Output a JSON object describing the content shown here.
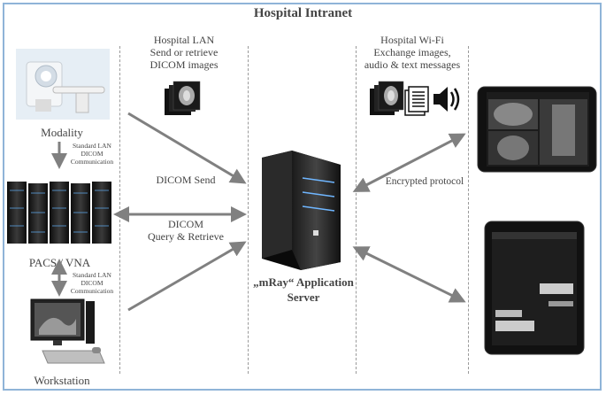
{
  "title": "Hospital Intranet",
  "lan_header": [
    "Hospital LAN",
    "Send or retrieve",
    "DICOM images"
  ],
  "wifi_header": [
    "Hospital Wi-Fi",
    "Exchange images,",
    "audio & text messages"
  ],
  "modality_label": "Modality",
  "pacs_label": "PACS / VNA",
  "workstation_label": "Workstation",
  "std_lan_1": [
    "Standard LAN",
    "DICOM",
    "Communication"
  ],
  "std_lan_2": [
    "Standard LAN",
    "DICOM",
    "Communication"
  ],
  "dicom_send": "DICOM Send",
  "dicom_query": [
    "DICOM",
    "Query & Retrieve"
  ],
  "server_label": [
    "„mRay“ Application",
    "Server"
  ],
  "encrypted_label": "Encrypted protocol",
  "colors": {
    "frame": "#8fb4d8",
    "arrow": "#808080"
  },
  "icons": [
    "ct-scanner-icon",
    "server-rack-icon",
    "workstation-icon",
    "mri-images-icon",
    "document-icon",
    "speaker-icon",
    "tower-server-icon",
    "tablet-icon"
  ]
}
